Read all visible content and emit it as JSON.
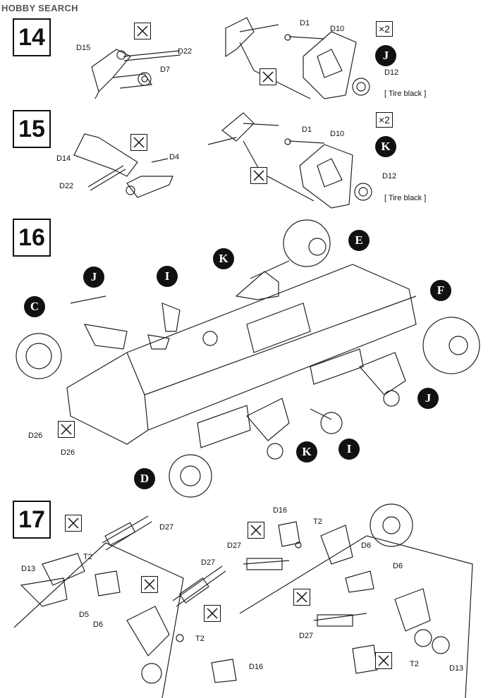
{
  "watermark": "HOBBY SEARCH",
  "steps": {
    "s14": {
      "number": "14",
      "labels": {
        "d15": "D15",
        "d22": "D22",
        "d7": "D7",
        "d1": "D1",
        "d10": "D10",
        "d12": "D12"
      },
      "multiplier": "×2",
      "subassembly": "J",
      "note": "[ Tire black ]"
    },
    "s15": {
      "number": "15",
      "labels": {
        "d14": "D14",
        "d22": "D22",
        "d4": "D4",
        "d1": "D1",
        "d10": "D10",
        "d12": "D12"
      },
      "multiplier": "×2",
      "subassembly": "K",
      "note": "[ Tire black ]"
    },
    "s16": {
      "number": "16",
      "badges": {
        "c": "C",
        "j1": "J",
        "i1": "I",
        "k1": "K",
        "e": "E",
        "f": "F",
        "j2": "J",
        "k2": "K",
        "i2": "I",
        "d": "D"
      },
      "labels": {
        "d26a": "D26",
        "d26b": "D26"
      }
    },
    "s17": {
      "number": "17",
      "labels": {
        "d27a": "D27",
        "t2a": "T2",
        "d13a": "D13",
        "d5": "D5",
        "d6a": "D6",
        "d27b": "D27",
        "t2b": "T2",
        "d16a": "D16",
        "d16b": "D16",
        "t2c": "T2",
        "d27c": "D27",
        "d6b": "D6",
        "d6c": "D6",
        "d27d": "D27",
        "t2d": "T2",
        "d13b": "D13"
      }
    }
  }
}
